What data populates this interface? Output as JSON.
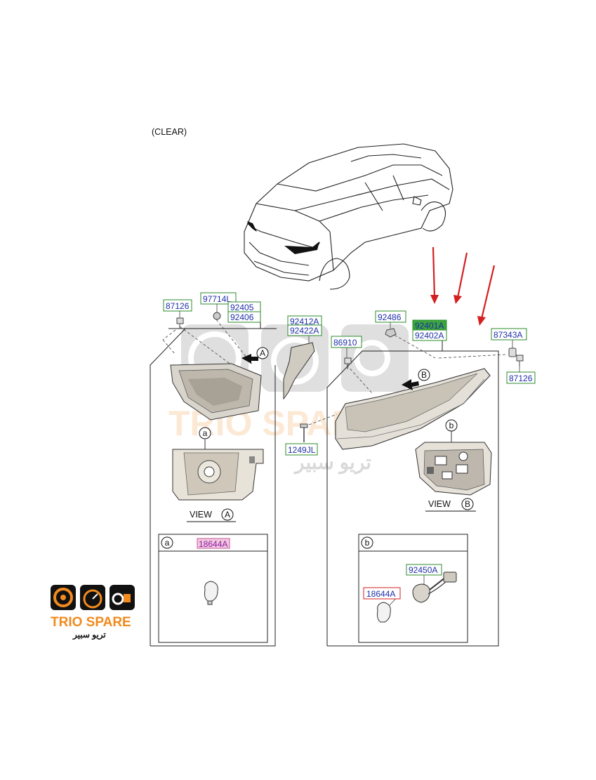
{
  "variant_note": "(CLEAR)",
  "part_labels": {
    "p87126_left": "87126",
    "p97714L": "97714L",
    "p92405": "92405",
    "p92406": "92406",
    "p92412A": "92412A",
    "p92422A": "92422A",
    "p92486": "92486",
    "p92401A": "92401A",
    "p92402A": "92402A",
    "p86910": "86910",
    "p87343A": "87343A",
    "p87126_right": "87126",
    "p1249JL": "1249JL",
    "p18644A_a": "18644A",
    "p18644A_b": "18644A",
    "p92450A": "92450A"
  },
  "view_markers": {
    "A": "A",
    "B": "B",
    "a": "a",
    "b": "b"
  },
  "view_labels": {
    "view_a": "VIEW",
    "view_b": "VIEW"
  },
  "watermark": {
    "brand": "TRIO SPARE",
    "arabic": "تريو سبير"
  },
  "logo": {
    "brand": "TRIO SPARE",
    "arabic": "تريو سبير"
  },
  "colors": {
    "label_box_green": "#2e8b2e",
    "label_box_red": "#d42020",
    "label_text_blue": "#1f2fa8",
    "highlight_green": "#3aa53a",
    "arrow_red": "#d42020",
    "logo_orange": "#f28a1e",
    "logo_black": "#111111"
  }
}
